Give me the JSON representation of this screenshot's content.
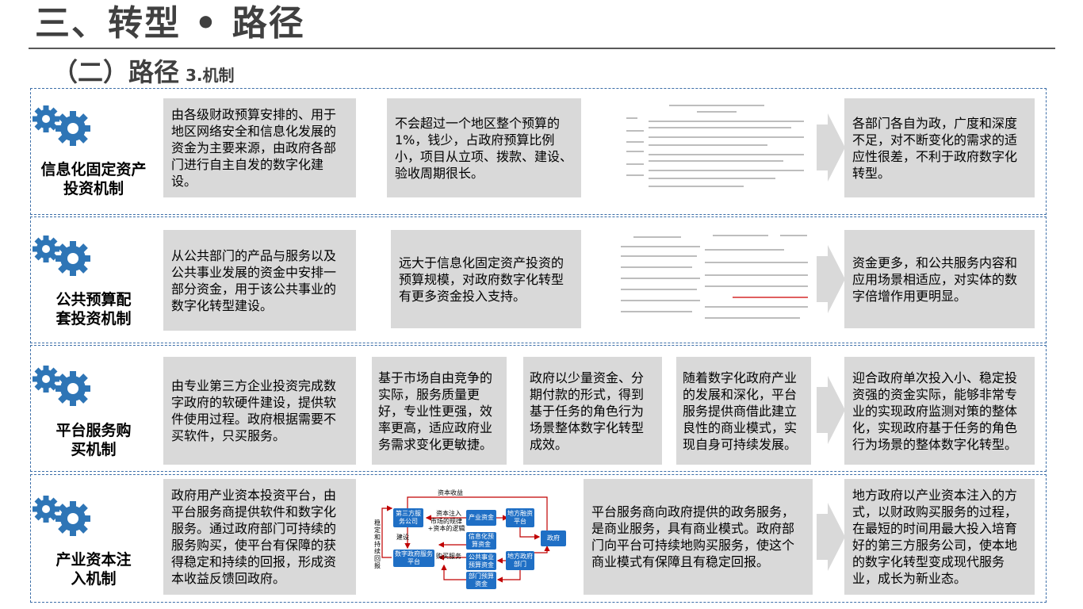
{
  "header": {
    "title": "三、转型 • 路径",
    "subtitle_main": "（二）路径",
    "subtitle_sub": "3.机制"
  },
  "rows": [
    {
      "label": "信息化固定资产投资机制",
      "boxes": [
        "由各级财政预算安排的、用于地区网络安全和信息化发展的资金为主要来源，由政府各部门进行自主自发的数字化建设。",
        "不会超过一个地区整个预算的1%，钱少，占政府预算比例小，项目从立项、拨款、建设、验收周期很长。"
      ],
      "conclusion": "各部门各自为政，广度和深度不足，对不断变化的需求的适应性很差，不利于政府数字化转型。"
    },
    {
      "label": "公共预算配套投资机制",
      "boxes": [
        "从公共部门的产品与服务以及公共事业发展的资金中安排一部分资金，用于该公共事业的数字化转型建设。",
        "远大于信息化固定资产投资的预算规模，对政府数字化转型有更多资金投入支持。"
      ],
      "conclusion": "资金更多，和公共服务内容和应用场景相适应，对实体的数字倍增作用更明显。"
    },
    {
      "label": "平台服务购买机制",
      "boxes": [
        "由专业第三方企业投资完成数字政府的软硬件建设，提供软件使用过程。政府根据需要不买软件，只买服务。",
        "基于市场自由竞争的实际，服务质量更好，专业性更强，效率更高，适应政府业务需求变化更敏捷。",
        "政府以少量资金、分期付款的形式，得到基于任务的角色行为场景整体数字化转型成效。",
        "随着数字化政府产业的发展和深化，平台服务提供商借此建立良性的商业模式，实现自身可持续发展。"
      ],
      "conclusion": "迎合政府单次投入小、稳定投资强的资金实际，能够非常专业的实现政府监测对策的整体化，实现政府基于任务的角色行为场景的整体数字化转型。"
    },
    {
      "label": "产业资本注入机制",
      "boxes": [
        "政府用产业资本投资平台，由平台服务商提供软件和数字化服务。通过政府部门可持续的服务购买，使平台有保障的获得稳定和持续的回报，形成资本收益反馈回政府。",
        "平台服务商向政府提供的政务服务，是商业服务，具有商业模式。政府部门向平台可持续地购买服务，使这个商业模式有保障且有稳定回报。"
      ],
      "conclusion": "地方政府以产业资本注入的方式，以财政购买服务的过程，在最短的时间用最大投入培育好的第三方服务公司，使本地的数字化转型变成现代服务业，成长为新业态。"
    }
  ],
  "flow": {
    "top_label": "资本收益",
    "left_label": "稳定和持续回报",
    "nodes": {
      "third_party": "第三方服务公司",
      "industry_fund": "产业资金",
      "local_finance": "地方融资平台",
      "gov": "政府",
      "platform": "数字政府服务平台",
      "it_budget": "信息化预算资金",
      "public_budget": "公共事业预算资金",
      "local_gov_dept": "地方政府部门",
      "dept_budget": "部门预算资金"
    },
    "labels": {
      "capital_in": "资本注入",
      "market_logic": "市场的规律+资本的逻辑",
      "build": "建设",
      "buy": "购买服务"
    }
  },
  "colors": {
    "box_bg": "#d9d9d9",
    "gear": "#2e75b6",
    "flow_node": "#1f6fc5",
    "flow_arrow": "#c00000",
    "dashed_border": "#3c6ea8"
  }
}
